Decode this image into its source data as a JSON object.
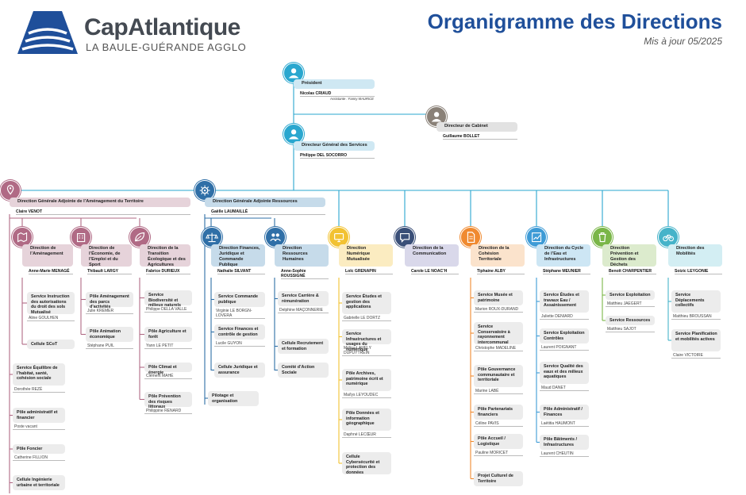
{
  "header": {
    "logo_text_1": "Cap",
    "logo_text_2": "Atlantique",
    "logo_sub": "LA BAULE-GUÉRANDE AGGLO",
    "title": "Organigramme des Directions",
    "subtitle": "Mis à jour 05/2025"
  },
  "colors": {
    "title_blue": "#1f4f9a",
    "cyan": "#2aa7cf",
    "cyan_light": "#cfe8f3",
    "mauve": "#b06a85",
    "mauve_light": "#e6d3da",
    "blue_steel": "#2f6fa7",
    "blue_light": "#c6dbea",
    "yellow": "#f2c232",
    "yellow_light": "#fbecc1",
    "navy": "#3a4f78",
    "lavender": "#d9d8ea",
    "orange": "#f08a30",
    "orange_light": "#fbe3cc",
    "teal_blue": "#3e9bd6",
    "teal_light": "#cde6f4",
    "green": "#7ab648",
    "green_light": "#dcebcd",
    "turquoise": "#46b3c9",
    "turquoise_light": "#d3eef3",
    "grey": "#8a8178",
    "grey_light": "#e2e2e2"
  },
  "top": {
    "president": {
      "title": "Président",
      "name": "Nicolas CRIAUD",
      "assistant": "Assistante : Fanny MAURICE",
      "icon": "person-icon"
    },
    "cabinet": {
      "title": "Directeur de Cabinet",
      "name": "Guillaume BOLLET",
      "icon": "person-icon"
    },
    "dgs": {
      "title": "Directeur Général des Services",
      "name": "Philippe DEL SOCORRO",
      "icon": "person-icon"
    }
  },
  "dga_at": {
    "title": "Direction Générale Adjointe de l’Aménagement du Territoire",
    "name": "Claire VENOT",
    "icon": "map-pin-icon",
    "directions": [
      {
        "title": "Direction de l’Aménagement",
        "name": "Anne-Marie MENAGÉ",
        "icon": "map-icon",
        "services": [
          {
            "label": "Service Instruction des autorisations du droit des sols Mutualisé",
            "person": "Aline GOULHEN"
          },
          {
            "label": "Cellule SCoT",
            "person": ""
          }
        ]
      },
      {
        "title": "Direction de l’Économie, de l’Emploi et du Sport",
        "name": "Thibault LARGY",
        "icon": "building-icon",
        "services": [
          {
            "label": "Pôle Aménagement des parcs d’activités",
            "person": "Julie KREMER"
          },
          {
            "label": "Pôle Animation économique",
            "person": "Stéphane PUIL"
          }
        ]
      },
      {
        "title": "Direction de la Transition Écologique et des Agricultures",
        "name": "Fabrice DURIEUX",
        "icon": "leaf-icon",
        "services": [
          {
            "label": "Service Biodiversité et milieux naturels",
            "person": "Philippe DELLA VALLE"
          },
          {
            "label": "Pôle Agriculture et forêt",
            "person": "Yann LE PETIT"
          },
          {
            "label": "Pôle Climat et énergie",
            "person": "Clément MAHÉ"
          },
          {
            "label": "Pôle Prévention des risques littoraux",
            "person": "Philippine RENARD"
          }
        ]
      }
    ],
    "direct_services": [
      {
        "label": "Service Équilibre de l’habitat, santé, cohésion sociale",
        "person": "Dorothée REZÉ"
      },
      {
        "label": "Pôle administratif et financier",
        "person": "Poste vacant"
      },
      {
        "label": "Pôle Foncier",
        "person": "Catherine FILLION"
      },
      {
        "label": "Cellule Ingénierie urbaine et territoriale",
        "person": ""
      }
    ]
  },
  "dga_r": {
    "title": "Direction Générale Adjointe Ressources",
    "name": "Gaëlle LAUMAILLÉ",
    "icon": "gear-icon",
    "directions": [
      {
        "title": "Direction Finances, Juridique et Commande Publique",
        "name": "Nathalie SILVANT",
        "icon": "scales-icon",
        "services": [
          {
            "label": "Service Commande publique",
            "person": "Virginie LE BORGN-LOVERA"
          },
          {
            "label": "Service Finances et contrôle de gestion",
            "person": "Lucile GUYON"
          },
          {
            "label": "Cellule Juridique et assurance",
            "person": ""
          }
        ]
      },
      {
        "title": "Direction Ressources Humaines",
        "name": "Anne-Sophie ROUSSIGNÉ",
        "icon": "people-icon",
        "services": [
          {
            "label": "Service Carrière & rémunération",
            "person": "Delphine MAÇONNERIE"
          },
          {
            "label": "Cellule Recrutement et formation",
            "person": ""
          },
          {
            "label": "Comité d’Action Sociale",
            "person": ""
          }
        ]
      }
    ],
    "direct_services": [
      {
        "label": "Pilotage et organisation",
        "person": ""
      }
    ]
  },
  "directions": [
    {
      "title": "Direction Numérique Mutualisée",
      "name": "Loïc GRENAPIN",
      "icon": "monitor-icon",
      "services": [
        {
          "label": "Service Études et gestion des applications",
          "person": "Gabrielle LE DORTZ"
        },
        {
          "label": "Service Infrastructures et usages du numérique",
          "person": "Mélina LAHELY DUPUYTREIN"
        },
        {
          "label": "Pôle Archives, patrimoine écrit et numérique",
          "person": "Maïlys LEYOUDEC"
        },
        {
          "label": "Pôle Données et information géographique",
          "person": "Daphné LECŒUR"
        },
        {
          "label": "Cellule Cybersécurité et protection des données",
          "person": ""
        }
      ]
    },
    {
      "title": "Direction de la Communication",
      "name": "Carole LE NOAC’H",
      "icon": "speech-icon",
      "services": []
    },
    {
      "title": "Direction de la Cohésion Territoriale",
      "name": "Tiphaine ALBY",
      "icon": "document-icon",
      "services": [
        {
          "label": "Service Musée et patrimoine",
          "person": "Marion ROUX-DURAND"
        },
        {
          "label": "Service Conservatoire à rayonnement intercommunal",
          "person": "Christophe MADELINE"
        },
        {
          "label": "Pôle Gouvernance communautaire et territoriale",
          "person": "Marine LABÉ"
        },
        {
          "label": "Pôle Partenariats financiers",
          "person": "Céline PAVIS"
        },
        {
          "label": "Pôle Accueil / Logistique",
          "person": "Pauline MORICET"
        },
        {
          "label": "Projet Culturel de Territoire",
          "person": ""
        }
      ]
    },
    {
      "title": "Direction du Cycle de l’Eau et Infrastructures",
      "name": "Stéphane MEUNIER",
      "icon": "chart-icon",
      "services": [
        {
          "label": "Service Études et travaux Eau / Assainissement",
          "person": "Juliette DENIARD"
        },
        {
          "label": "Service Exploitation Contrôles",
          "person": "Laurent POIGNANT"
        },
        {
          "label": "Service Qualité des eaux et des milieux aquatiques",
          "person": "Maud DANET"
        },
        {
          "label": "Pôle Administratif / Finances",
          "person": "Laëtitia HAUMONT"
        },
        {
          "label": "Pôle Bâtiments / Infrastructures",
          "person": "Laurent CHEUTIN"
        }
      ]
    },
    {
      "title": "Direction Prévention et Gestion des Déchets",
      "name": "Benoît CHARPENTIER",
      "icon": "bin-icon",
      "services": [
        {
          "label": "Service Exploitation",
          "person": "Matthieu JAEGERT"
        },
        {
          "label": "Service Ressources",
          "person": "Matthieu SAJOT"
        }
      ]
    },
    {
      "title": "Direction des Mobilités",
      "name": "Soizic LEYGONIE",
      "icon": "bike-icon",
      "services": [
        {
          "label": "Service Déplacements collectifs",
          "person": "Matthieu BROUSSAN"
        },
        {
          "label": "Service Planification et mobilités actives",
          "person": "Claire VICTOIRE"
        }
      ]
    }
  ]
}
